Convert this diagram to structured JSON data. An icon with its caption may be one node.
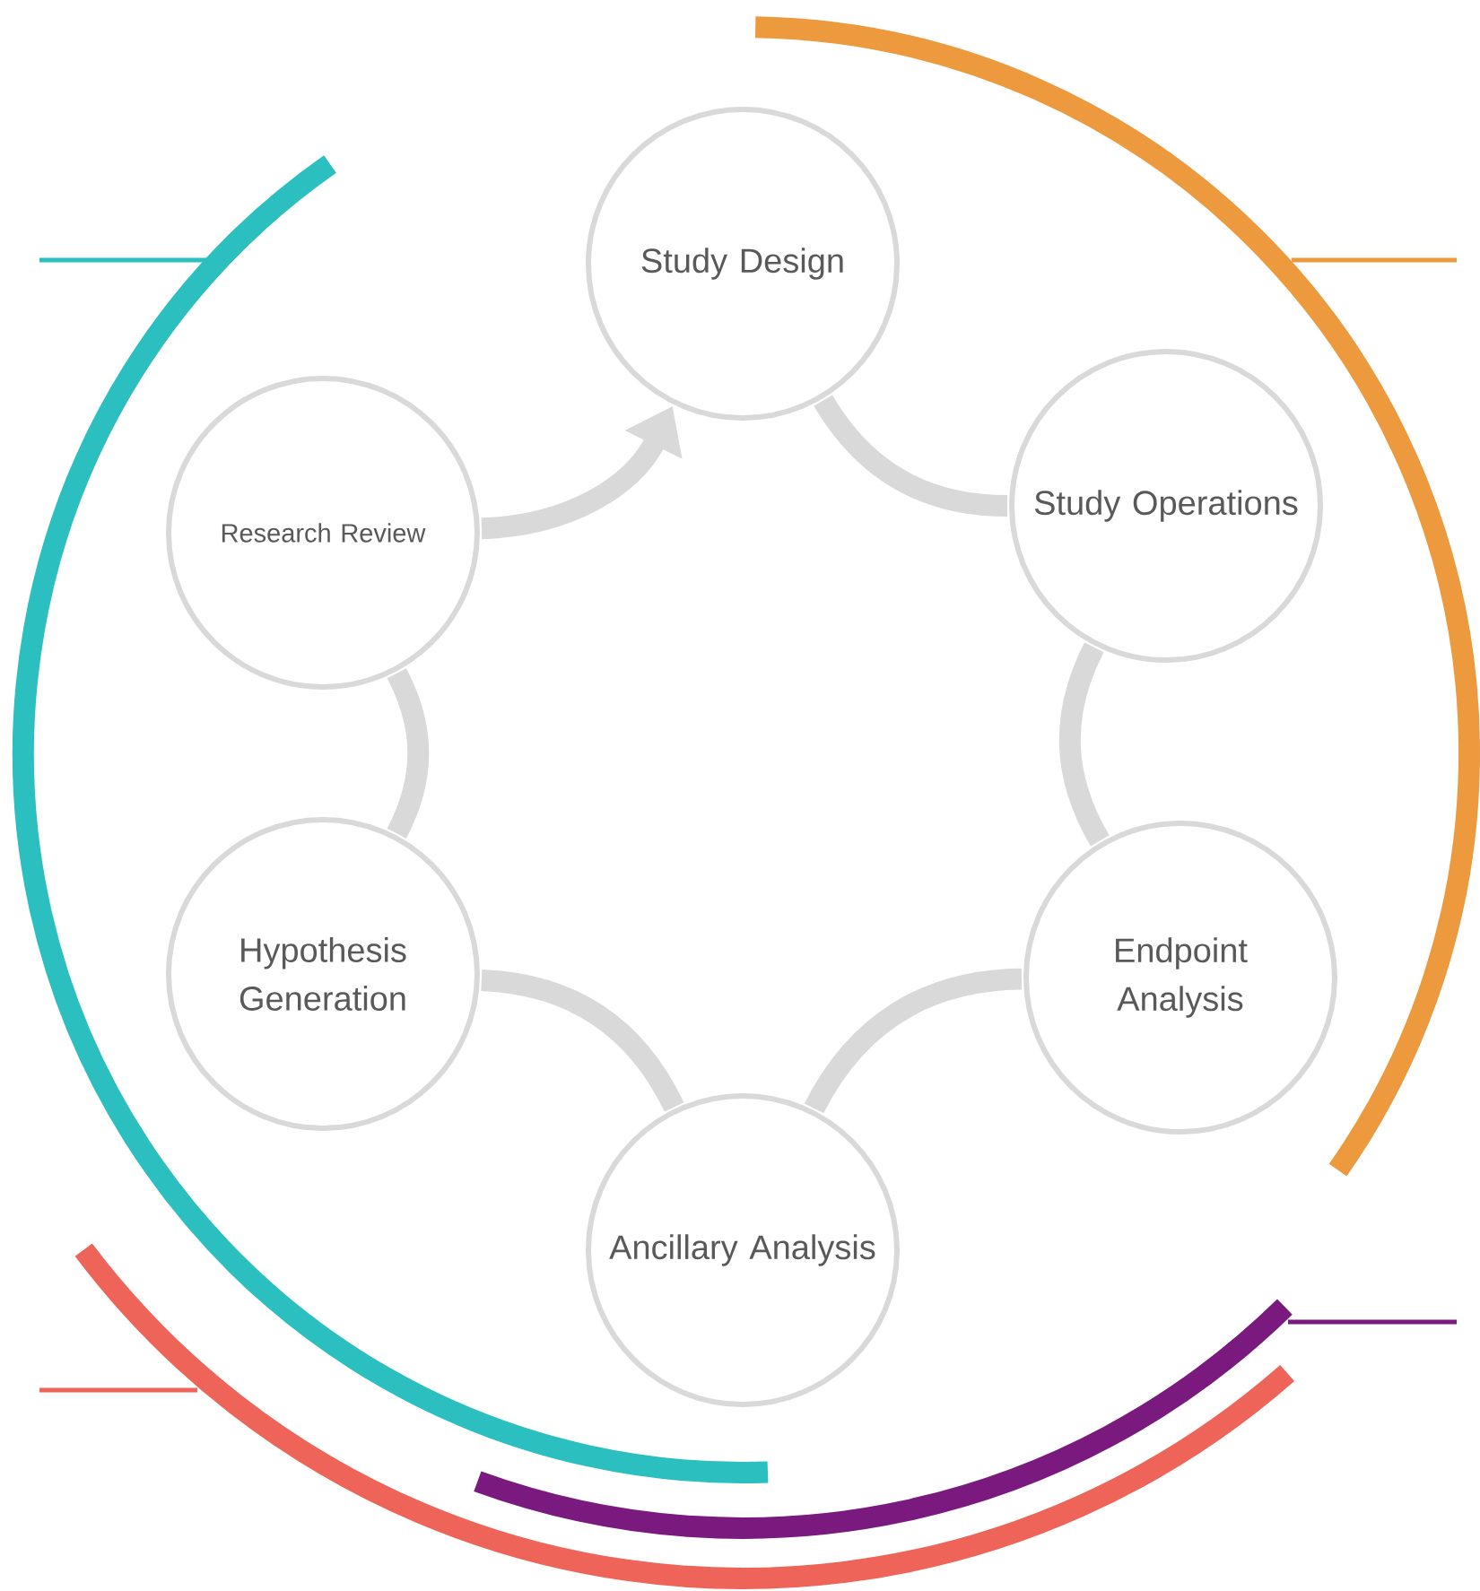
{
  "diagram": {
    "nodes": [
      {
        "text": [
          "Study Design"
        ]
      },
      {
        "text": [
          "Study Operations"
        ]
      },
      {
        "text": [
          "Endpoint Analysis"
        ]
      },
      {
        "text": [
          "Ancillary Analysis"
        ]
      },
      {
        "text": [
          "Hypothesis Generation"
        ]
      },
      {
        "text": [
          "Research Review"
        ]
      }
    ],
    "edges": [
      {
        "from": 0,
        "to": 1,
        "arrow": "none"
      },
      {
        "from": 1,
        "to": 2,
        "arrow": "none"
      },
      {
        "from": 2,
        "to": 3,
        "arrow": "none"
      },
      {
        "from": 3,
        "to": 4,
        "arrow": "none"
      },
      {
        "from": 4,
        "to": 5,
        "arrow": "none"
      },
      {
        "from": 5,
        "to": 0,
        "arrow": "to"
      }
    ]
  }
}
